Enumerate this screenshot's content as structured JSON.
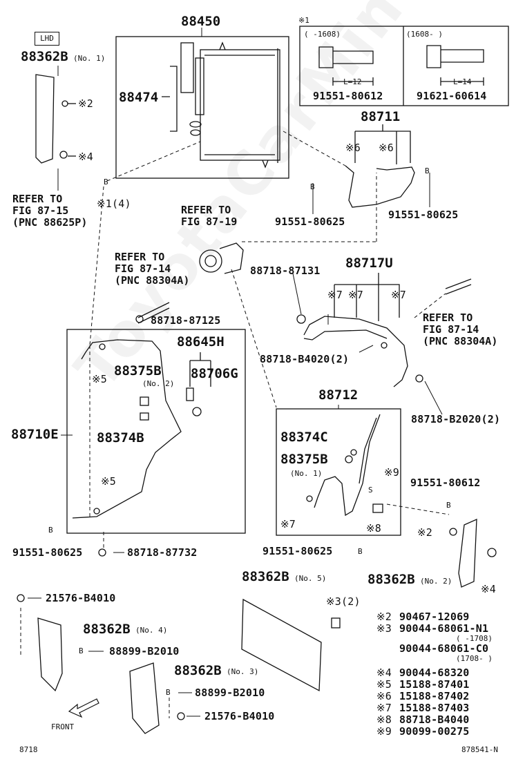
{
  "watermark": "ToyotaCarMine.ru",
  "footer": {
    "left": "8718",
    "right": "878541-N"
  },
  "callout": {
    "lhd": "LHD",
    "front": "FRONT"
  },
  "bolt_box": {
    "mark": "※1",
    "left_range": "(   -1608)",
    "right_range": "(1608-    )",
    "left_dim": "L=12",
    "right_dim": "L=14",
    "left_pn": "91551-80612",
    "right_pn": "91621-60614"
  },
  "parts": {
    "p88450": "88450",
    "p88474": "88474",
    "p88362b_1": "88362B",
    "p88362b_1_note": "(No. 1)",
    "p88711": "88711",
    "p88717u": "88717U",
    "p88645h": "88645H",
    "p88375b_2": "88375B",
    "p88375b_2_note": "(No. 2)",
    "p88706g": "88706G",
    "p88374b": "88374B",
    "p88710e": "88710E",
    "p88712": "88712",
    "p88374c": "88374C",
    "p88375b_1": "88375B",
    "p88375b_1_note": "(No. 1)",
    "p88362b_5": "88362B",
    "p88362b_5_note": "(No. 5)",
    "p88362b_2": "88362B",
    "p88362b_2_note": "(No. 2)",
    "p88362b_4": "88362B",
    "p88362b_4_note": "(No. 4)",
    "p88362b_3": "88362B",
    "p88362b_3_note": "(No. 3)"
  },
  "labels": {
    "m2_top": "※2",
    "m4_top": "※4",
    "m1_4": "※1(4)",
    "m6_a": "※6",
    "m6_b": "※6",
    "m7_a": "※7",
    "m7_b": "※7",
    "m7_c": "※7",
    "m5_a": "※5",
    "m5_b": "※5",
    "m7_d": "※7",
    "m8": "※8",
    "m9": "※9",
    "m2_right": "※2",
    "m4_right": "※4",
    "m3_2": "※3(2)",
    "b_1": "B",
    "b_2": "B",
    "b_3": "B",
    "b_4": "B",
    "b_5": "B",
    "b_6": "B",
    "b_7": "B",
    "b_8": "B",
    "s_9": "S",
    "pn_91551_80625_a": "91551-80625",
    "pn_91551_80625_b": "91551-80625",
    "pn_91551_80625_c": "91551-80625",
    "pn_91551_80625_d": "91551-80625",
    "pn_91551_80612": "91551-80612",
    "pn_88718_87131": "88718-87131",
    "pn_88718_87125": "88718-87125",
    "pn_88718_b4020": "88718-B4020(2)",
    "pn_88718_b2020": "88718-B2020(2)",
    "pn_88718_87732": "88718-87732",
    "pn_21576_b4010_a": "21576-B4010",
    "pn_21576_b4010_b": "21576-B4010",
    "pn_88899_b2010_a": "88899-B2010",
    "pn_88899_b2010_b": "88899-B2010"
  },
  "refs": {
    "ref_87_15": "REFER TO\nFIG 87-15\n(PNC 88625P)",
    "ref_87_19": "REFER TO\nFIG 87-19",
    "ref_87_14_a": "REFER TO\nFIG 87-14\n(PNC 88304A)",
    "ref_87_14_b": "REFER TO\nFIG 87-14\n(PNC 88304A)"
  },
  "legend": [
    {
      "mark": "※2",
      "pn": "90467-12069",
      "note": ""
    },
    {
      "mark": "※3",
      "pn": "90044-68061-N1",
      "note": "(   -1708)"
    },
    {
      "mark": "",
      "pn": "90044-68061-C0",
      "note": "(1708-    )"
    },
    {
      "mark": "※4",
      "pn": "90044-68320",
      "note": ""
    },
    {
      "mark": "※5",
      "pn": "15188-87401",
      "note": ""
    },
    {
      "mark": "※6",
      "pn": "15188-87402",
      "note": ""
    },
    {
      "mark": "※7",
      "pn": "15188-87403",
      "note": ""
    },
    {
      "mark": "※8",
      "pn": "88718-B4040",
      "note": ""
    },
    {
      "mark": "※9",
      "pn": "90099-00275",
      "note": ""
    }
  ]
}
